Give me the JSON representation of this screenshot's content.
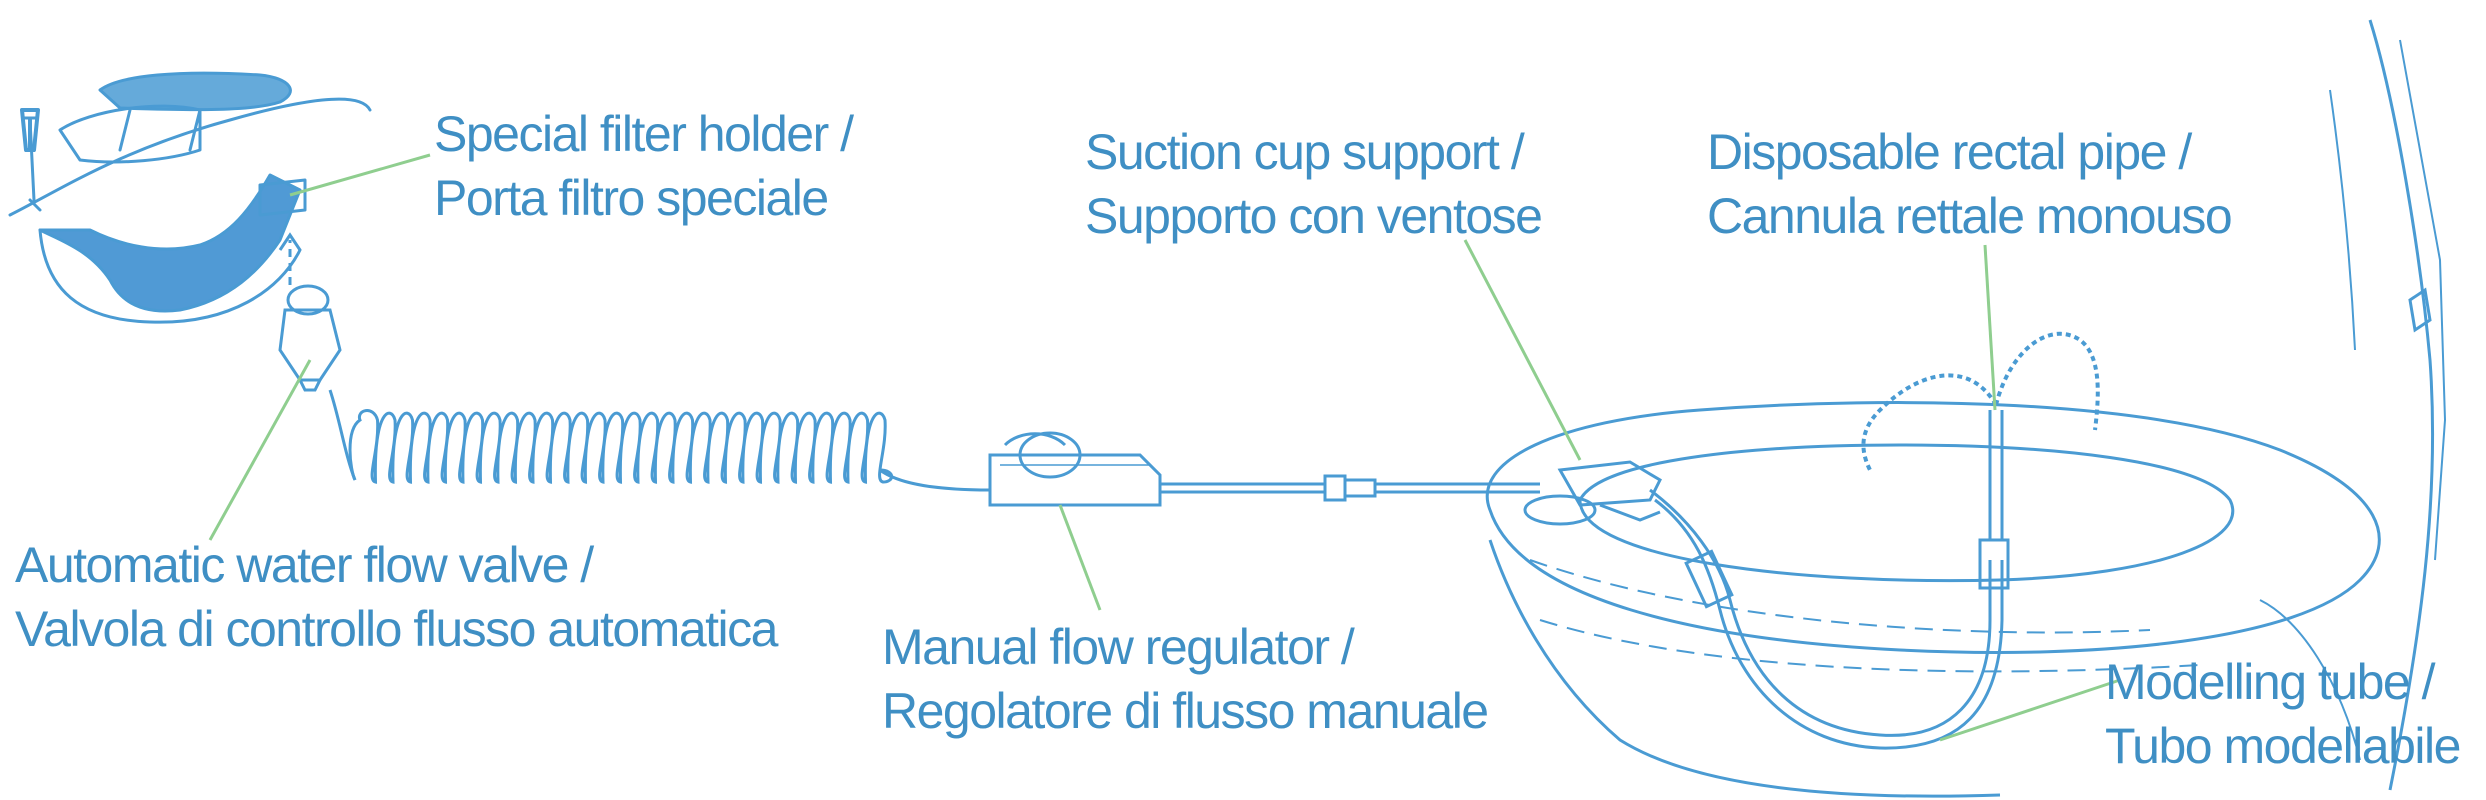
{
  "labels": {
    "filter_holder": {
      "line1": "Special filter holder /",
      "line2": "Porta filtro speciale"
    },
    "suction_cup": {
      "line1": "Suction cup support /",
      "line2": "Supporto con ventose"
    },
    "rectal_pipe": {
      "line1": "Disposable rectal pipe /",
      "line2": "Cannula rettale monouso"
    },
    "flow_valve": {
      "line1": "Automatic water flow valve /",
      "line2": "Valvola di controllo flusso automatica"
    },
    "flow_regulator": {
      "line1": "Manual flow regulator /",
      "line2": "Regolatore di flusso manuale"
    },
    "modelling_tube": {
      "line1": "Modelling tube /",
      "line2": "Tubo modellabile"
    }
  },
  "colors": {
    "line_art": "#4a9bd3",
    "faucet_fill": "#3d8fd0",
    "label_text": "#3f8fc4",
    "leader_lines": "#8fce8f"
  }
}
